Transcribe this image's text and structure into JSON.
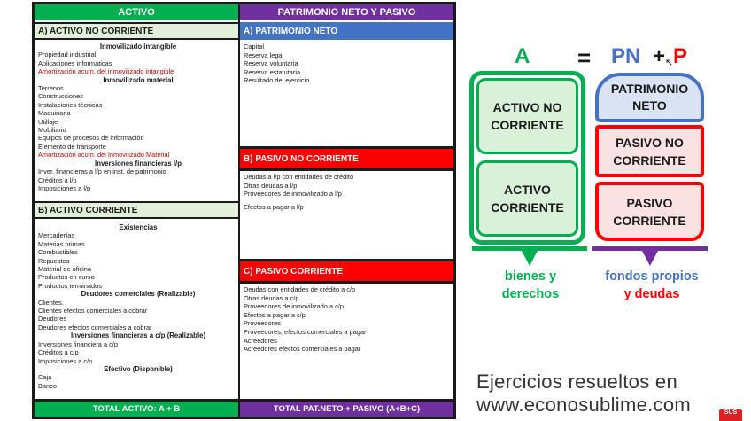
{
  "table": {
    "left": {
      "header": "ACTIVO",
      "section_a": "A) ACTIVO NO CORRIENTE",
      "section_a_items": [
        {
          "text": "Inmovilizado intangible",
          "style": "sub"
        },
        {
          "text": "Propiedad industrial",
          "style": ""
        },
        {
          "text": "Aplicaciones informáticas",
          "style": ""
        },
        {
          "text": "Amortización acum. del inmovilizado intangible",
          "style": "warn"
        },
        {
          "text": "Inmovilizado material",
          "style": "sub"
        },
        {
          "text": "Terrenos",
          "style": ""
        },
        {
          "text": "Construcciones",
          "style": ""
        },
        {
          "text": "Instalaciones técnicas",
          "style": ""
        },
        {
          "text": "Maquinaria",
          "style": ""
        },
        {
          "text": "Utillaje",
          "style": ""
        },
        {
          "text": "Mobiliario",
          "style": ""
        },
        {
          "text": "Equipos de procesos de información",
          "style": ""
        },
        {
          "text": "Elemento de transporte",
          "style": ""
        },
        {
          "text": "Amortización acum. del Inmovilizado Material",
          "style": "warn"
        },
        {
          "text": "Inversiones financieras l/p",
          "style": "sub"
        },
        {
          "text": "Inver. financieras a l/p en inst. de patrimonio",
          "style": ""
        },
        {
          "text": "Créditos a l/p",
          "style": ""
        },
        {
          "text": "Imposiciones a l/p",
          "style": ""
        }
      ],
      "section_b": "B) ACTIVO CORRIENTE",
      "section_b_items": [
        {
          "text": "Existencias",
          "style": "sub"
        },
        {
          "text": "Mercaderías",
          "style": ""
        },
        {
          "text": "Materias primas",
          "style": ""
        },
        {
          "text": "Combustibles",
          "style": ""
        },
        {
          "text": "Repuestos",
          "style": ""
        },
        {
          "text": "Material de oficina",
          "style": ""
        },
        {
          "text": "Productos en curso",
          "style": ""
        },
        {
          "text": "Productos terminados",
          "style": ""
        },
        {
          "text": "Deudores comerciales (Realizable)",
          "style": "sub"
        },
        {
          "text": "Clientes.",
          "style": ""
        },
        {
          "text": "Clientes efectos comerciales a cobrar",
          "style": ""
        },
        {
          "text": "Deudores",
          "style": ""
        },
        {
          "text": "Deudores efectos comerciales a cobrar",
          "style": ""
        },
        {
          "text": "Inversiones financieras a c/p (Realizable)",
          "style": "sub"
        },
        {
          "text": "Inversiones financiera a c/p",
          "style": ""
        },
        {
          "text": "Créditos a c/p",
          "style": ""
        },
        {
          "text": "Imposiciones a c/p",
          "style": ""
        },
        {
          "text": "Efectivo (Disponible)",
          "style": "sub"
        },
        {
          "text": "Caja",
          "style": ""
        },
        {
          "text": "Banco",
          "style": ""
        }
      ],
      "total": "TOTAL ACTIVO: A + B"
    },
    "right": {
      "header": "PATRIMONIO NETO Y PASIVO",
      "section_a": "A) PATRIMONIO NETO",
      "section_a_items": [
        "Capital",
        "Reserva legal",
        "Reserva voluntaria",
        "Reserva estatutaria",
        "Resultado del ejercicio"
      ],
      "section_b": "B) PASIVO NO CORRIENTE",
      "section_b_items": [
        "Deudas a l/p con entidades de crédito",
        "Otras deudas a l/p",
        "Proveedores de inmovilizado a l/p",
        "Efectos a pagar a l/p"
      ],
      "section_c": "C) PASIVO CORRIENTE",
      "section_c_items": [
        "Deudas con entidades de crédito a c/p",
        "Otras deudas a c/p",
        "Proveedores de inmovilizado a c/p",
        "Efectos a pagar a c/p",
        "Proveedores",
        "Proveedores, efectos comerciales a pagar",
        "Acreedores",
        "Acreedores efectos comerciales a pagar"
      ],
      "total": "TOTAL PAT.NETO + PASIVO (A+B+C)"
    }
  },
  "diagram": {
    "equation": {
      "a": "A",
      "eq": "=",
      "pn": "PN",
      "plus": "+",
      "p": "P"
    },
    "boxes": {
      "anc": "ACTIVO NO\nCORRIENTE",
      "ac": "ACTIVO\nCORRIENTE",
      "pn": "PATRIMONIO\nNETO",
      "pnc": "PASIVO NO\nCORRIENTE",
      "pc": "PASIVO\nCORRIENTE"
    },
    "label_left": "bienes y\nderechos",
    "label_right_1": "fondos propios",
    "label_right_2": "y deudas"
  },
  "footer": "Ejercicios resueltos en\nwww.econosublime.com",
  "logo": "SUS",
  "colors": {
    "green": "#00b050",
    "purple": "#7030a0",
    "blue": "#4472c4",
    "red": "#ff0000",
    "box_green": "#d9f0d9",
    "box_blue": "#dae3f3",
    "box_red": "#fbe2e2"
  }
}
